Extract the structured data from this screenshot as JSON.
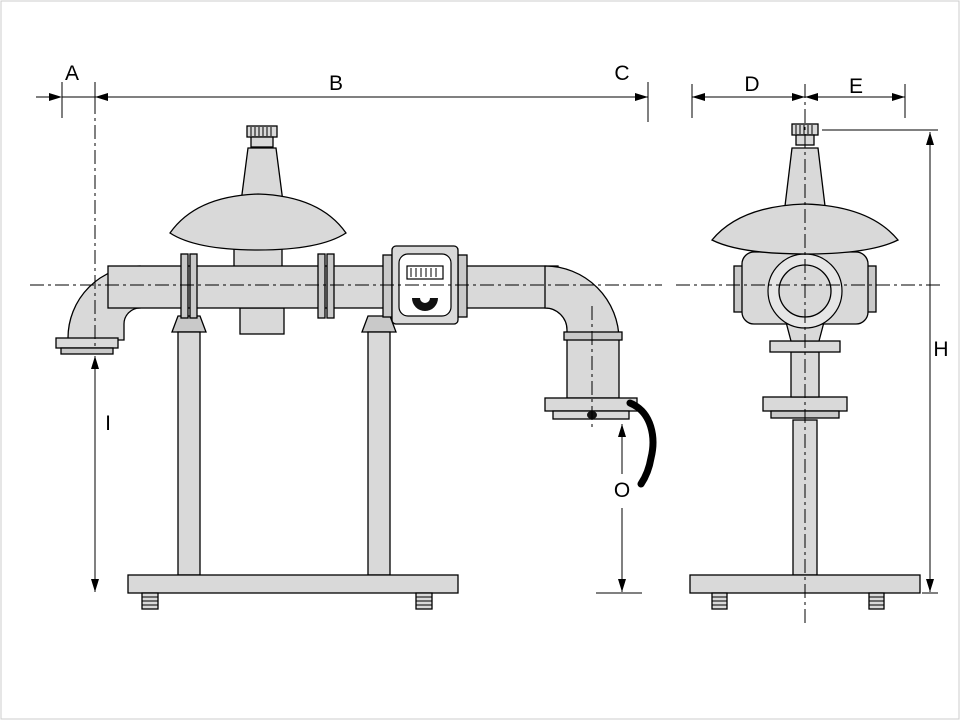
{
  "diagram": {
    "description": "Technical dimension drawing of a gas pressure regulator piping assembly on a stand, front view and side view",
    "labels": {
      "a": "A",
      "b": "B",
      "c": "C",
      "d": "D",
      "e": "E",
      "h": "H",
      "i": "I",
      "o": "O"
    },
    "colors": {
      "background": "#ffffff",
      "outline": "#000000",
      "metal_light": "#e6e6e6",
      "metal": "#d9d9d9",
      "metal_mid": "#c9c9c9",
      "dial_dark": "#111111",
      "frame_border": "#cccccc"
    }
  }
}
